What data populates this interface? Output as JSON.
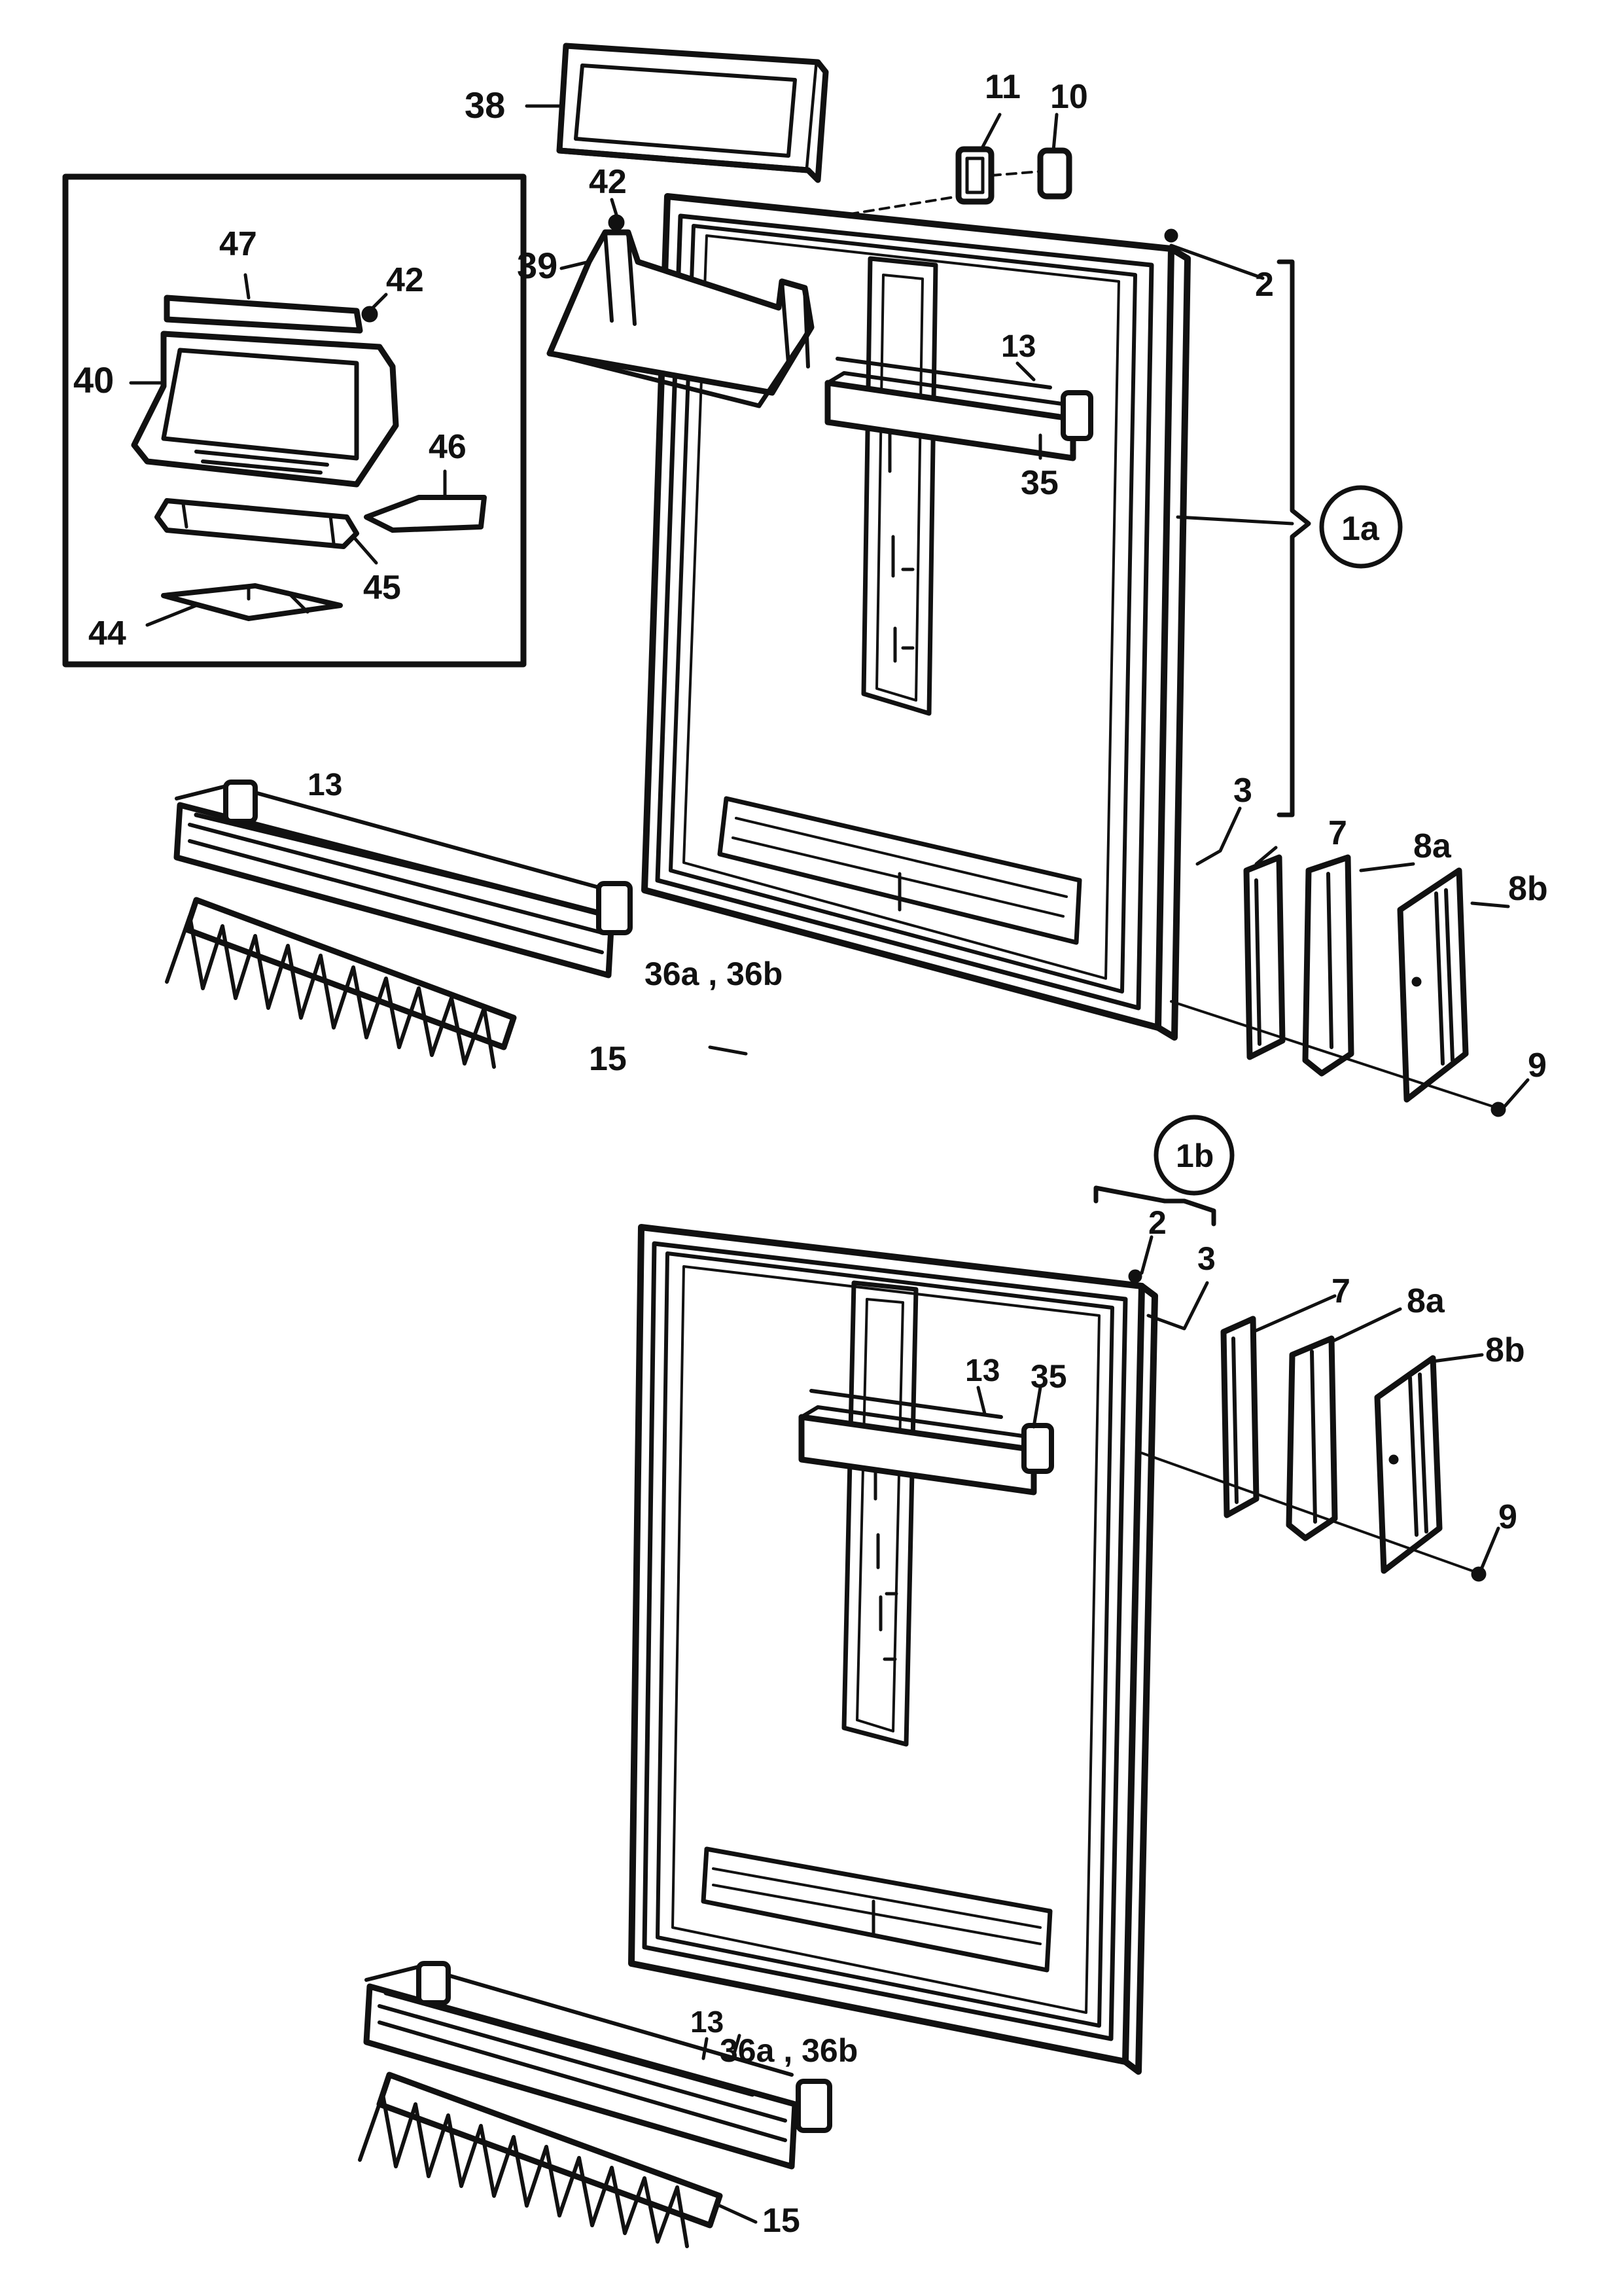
{
  "diagram": {
    "assemblies": [
      {
        "id": "1a",
        "label": "1a"
      },
      {
        "id": "1b",
        "label": "1b"
      }
    ],
    "callouts": {
      "c38": "38",
      "c11": "11",
      "c10": "10",
      "c42a": "42",
      "c39": "39",
      "c2a": "2",
      "c13a": "13",
      "c35a": "35",
      "c47": "47",
      "c42b": "42",
      "c40": "40",
      "c46": "46",
      "c45": "45",
      "c44": "44",
      "c13b": "13",
      "c36a": "36a , 36b",
      "c15a": "15",
      "c3a": "3",
      "c7a": "7",
      "c8aa": "8a",
      "c8ba": "8b",
      "c9a": "9",
      "c2b": "2",
      "c3b": "3",
      "c7b": "7",
      "c8ab": "8a",
      "c8bb": "8b",
      "c13c": "13",
      "c35b": "35",
      "c9b": "9",
      "c13d": "13",
      "c36b": "36a , 36b",
      "c15b": "15"
    }
  }
}
